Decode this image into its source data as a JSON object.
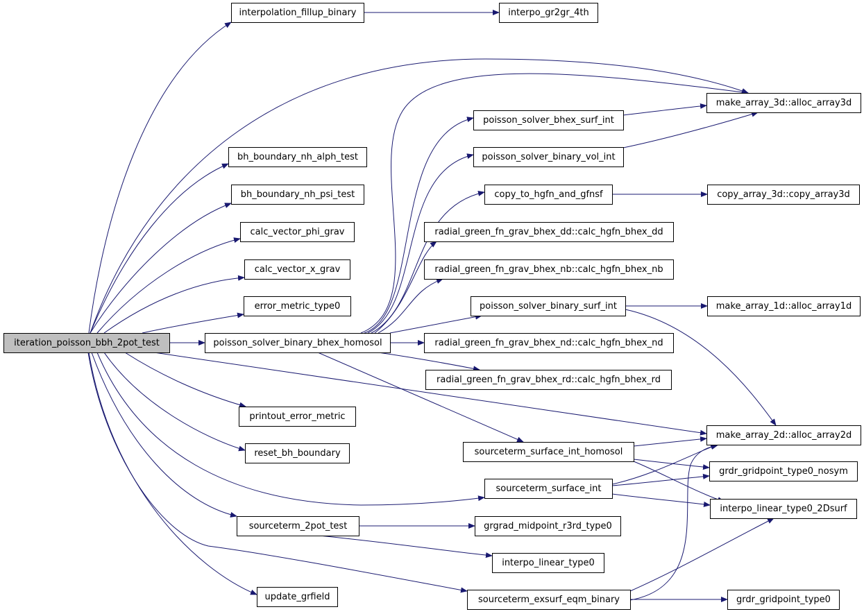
{
  "graph": {
    "root": "iteration_poisson_bbh_2pot_test",
    "nodes": {
      "root": "iteration_poisson_bbh_2pot_test",
      "interpolation_fillup_binary": "interpolation_fillup_binary",
      "interpo_gr2gr_4th": "interpo_gr2gr_4th",
      "alloc_array3d": "make_array_3d::alloc_array3d",
      "poisson_solver_bhex_surf_int": "poisson_solver_bhex_surf_int",
      "poisson_solver_binary_vol_int": "poisson_solver_binary_vol_int",
      "bh_boundary_nh_alph_test": "bh_boundary_nh_alph_test",
      "bh_boundary_nh_psi_test": "bh_boundary_nh_psi_test",
      "copy_to_hgfn_and_gfnsf": "copy_to_hgfn_and_gfnsf",
      "copy_array3d": "copy_array_3d::copy_array3d",
      "calc_vector_phi_grav": "calc_vector_phi_grav",
      "calc_hgfn_bhex_dd": "radial_green_fn_grav_bhex_dd::calc_hgfn_bhex_dd",
      "calc_vector_x_grav": "calc_vector_x_grav",
      "calc_hgfn_bhex_nb": "radial_green_fn_grav_bhex_nb::calc_hgfn_bhex_nb",
      "error_metric_type0": "error_metric_type0",
      "poisson_solver_binary_surf_int": "poisson_solver_binary_surf_int",
      "alloc_array1d": "make_array_1d::alloc_array1d",
      "poisson_solver_binary_bhex_homosol": "poisson_solver_binary_bhex_homosol",
      "calc_hgfn_bhex_nd": "radial_green_fn_grav_bhex_nd::calc_hgfn_bhex_nd",
      "calc_hgfn_bhex_rd": "radial_green_fn_grav_bhex_rd::calc_hgfn_bhex_rd",
      "printout_error_metric": "printout_error_metric",
      "alloc_array2d": "make_array_2d::alloc_array2d",
      "reset_bh_boundary": "reset_bh_boundary",
      "sourceterm_surface_int_homosol": "sourceterm_surface_int_homosol",
      "grdr_gridpoint_type0_nosym": "grdr_gridpoint_type0_nosym",
      "sourceterm_surface_int": "sourceterm_surface_int",
      "interpo_linear_type0_2Dsurf": "interpo_linear_type0_2Dsurf",
      "sourceterm_2pot_test": "sourceterm_2pot_test",
      "grgrad_midpoint_r3rd_type0": "grgrad_midpoint_r3rd_type0",
      "interpo_linear_type0": "interpo_linear_type0",
      "update_grfield": "update_grfield",
      "sourceterm_exsurf_eqm_binary": "sourceterm_exsurf_eqm_binary",
      "grdr_gridpoint_type0": "grdr_gridpoint_type0"
    },
    "edges": [
      [
        "root",
        "interpolation_fillup_binary"
      ],
      [
        "interpolation_fillup_binary",
        "interpo_gr2gr_4th"
      ],
      [
        "root",
        "alloc_array3d"
      ],
      [
        "root",
        "bh_boundary_nh_alph_test"
      ],
      [
        "root",
        "bh_boundary_nh_psi_test"
      ],
      [
        "root",
        "calc_vector_phi_grav"
      ],
      [
        "root",
        "calc_vector_x_grav"
      ],
      [
        "root",
        "error_metric_type0"
      ],
      [
        "root",
        "poisson_solver_binary_bhex_homosol"
      ],
      [
        "root",
        "alloc_array2d"
      ],
      [
        "root",
        "printout_error_metric"
      ],
      [
        "root",
        "reset_bh_boundary"
      ],
      [
        "root",
        "sourceterm_surface_int"
      ],
      [
        "root",
        "sourceterm_2pot_test"
      ],
      [
        "root",
        "update_grfield"
      ],
      [
        "root",
        "sourceterm_exsurf_eqm_binary"
      ],
      [
        "poisson_solver_binary_bhex_homosol",
        "alloc_array3d"
      ],
      [
        "poisson_solver_binary_bhex_homosol",
        "poisson_solver_bhex_surf_int"
      ],
      [
        "poisson_solver_binary_bhex_homosol",
        "poisson_solver_binary_vol_int"
      ],
      [
        "poisson_solver_binary_bhex_homosol",
        "copy_to_hgfn_and_gfnsf"
      ],
      [
        "poisson_solver_binary_bhex_homosol",
        "calc_hgfn_bhex_dd"
      ],
      [
        "poisson_solver_binary_bhex_homosol",
        "calc_hgfn_bhex_nb"
      ],
      [
        "poisson_solver_binary_bhex_homosol",
        "poisson_solver_binary_surf_int"
      ],
      [
        "poisson_solver_binary_bhex_homosol",
        "calc_hgfn_bhex_nd"
      ],
      [
        "poisson_solver_binary_bhex_homosol",
        "calc_hgfn_bhex_rd"
      ],
      [
        "poisson_solver_binary_bhex_homosol",
        "sourceterm_surface_int_homosol"
      ],
      [
        "poisson_solver_bhex_surf_int",
        "alloc_array3d"
      ],
      [
        "poisson_solver_binary_vol_int",
        "alloc_array3d"
      ],
      [
        "copy_to_hgfn_and_gfnsf",
        "copy_array3d"
      ],
      [
        "poisson_solver_binary_surf_int",
        "alloc_array1d"
      ],
      [
        "poisson_solver_binary_surf_int",
        "alloc_array2d"
      ],
      [
        "sourceterm_surface_int_homosol",
        "alloc_array2d"
      ],
      [
        "sourceterm_surface_int_homosol",
        "grdr_gridpoint_type0_nosym"
      ],
      [
        "sourceterm_surface_int_homosol",
        "interpo_linear_type0_2Dsurf"
      ],
      [
        "sourceterm_surface_int",
        "alloc_array2d"
      ],
      [
        "sourceterm_surface_int",
        "grdr_gridpoint_type0_nosym"
      ],
      [
        "sourceterm_surface_int",
        "interpo_linear_type0_2Dsurf"
      ],
      [
        "sourceterm_2pot_test",
        "grgrad_midpoint_r3rd_type0"
      ],
      [
        "sourceterm_2pot_test",
        "interpo_linear_type0"
      ],
      [
        "sourceterm_exsurf_eqm_binary",
        "alloc_array2d"
      ],
      [
        "sourceterm_exsurf_eqm_binary",
        "interpo_linear_type0_2Dsurf"
      ],
      [
        "sourceterm_exsurf_eqm_binary",
        "grdr_gridpoint_type0"
      ]
    ]
  },
  "colors": {
    "edge": "#191970",
    "node_border": "#000000",
    "root_fill": "#bfbfbf",
    "node_fill": "#ffffff"
  }
}
